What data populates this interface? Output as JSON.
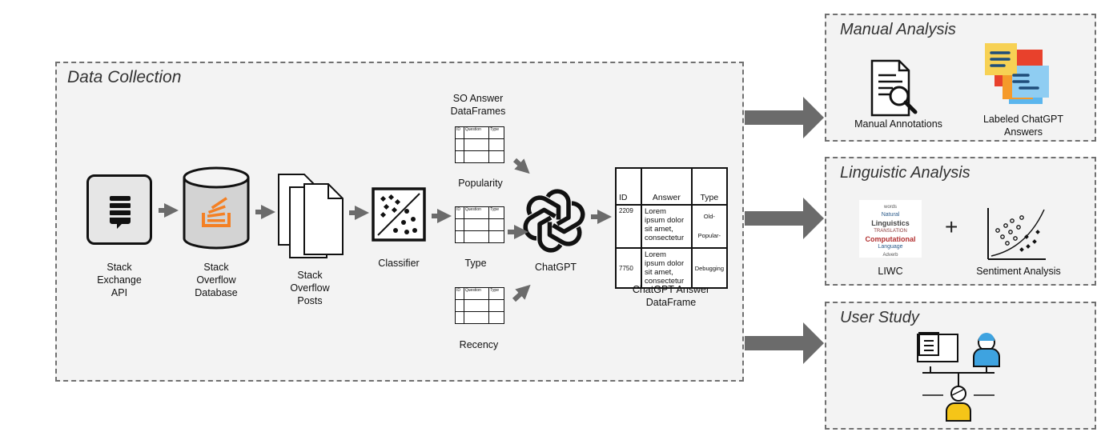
{
  "panels": {
    "data_collection": "Data Collection",
    "manual_analysis": "Manual Analysis",
    "linguistic_analysis": "Linguistic Analysis",
    "user_study": "User Study"
  },
  "collection": {
    "stack_exchange_api": [
      "Stack",
      "Exchange",
      "API"
    ],
    "stack_overflow_database": [
      "Stack",
      "Overflow",
      "Database"
    ],
    "stack_overflow_posts": [
      "Stack",
      "Overflow",
      "Posts"
    ],
    "classifier": "Classifier",
    "so_answer_dataframes": [
      "SO Answer",
      "DataFrames"
    ],
    "frames": [
      "Popularity",
      "Type",
      "Recency"
    ],
    "mini_table_headers": [
      "ID",
      "Question",
      "Type"
    ],
    "chatgpt": "ChatGPT",
    "answer_dataframe_label": [
      "ChatGPT Answer",
      "DataFrame"
    ],
    "answer_table": {
      "headers": [
        "ID",
        "Answer",
        "Type"
      ],
      "rows": [
        {
          "id": "2209",
          "answer": "Lorem ipsum dolor sit amet, consectetur",
          "type": [
            "Old-",
            "Popular-"
          ]
        },
        {
          "id": "7750",
          "answer": "Lorem ipsum dolor sit amet, consectetur",
          "type": [
            "Debugging"
          ]
        }
      ]
    }
  },
  "manual": {
    "annotations": "Manual Annotations",
    "labeled": [
      "Labeled ChatGPT",
      "Answers"
    ]
  },
  "linguistic": {
    "liwc": "LIWC",
    "plus": "+",
    "sentiment": "Sentiment Analysis",
    "word_cloud": [
      "Linguistics",
      "Computational",
      "Natural",
      "TRANSLATION",
      "words",
      "Language",
      "Adverb"
    ]
  },
  "colors": {
    "panel_bg": "#f3f3f3",
    "arrow": "#6b6b6b",
    "stack_orange": "#f48024",
    "user_blue": "#3ea3e0",
    "user_yellow": "#f5c518",
    "note_yellow": "#f7d154",
    "note_red": "#e8412c",
    "note_blue": "#5bb6ee",
    "note_orange": "#f59a2a"
  }
}
